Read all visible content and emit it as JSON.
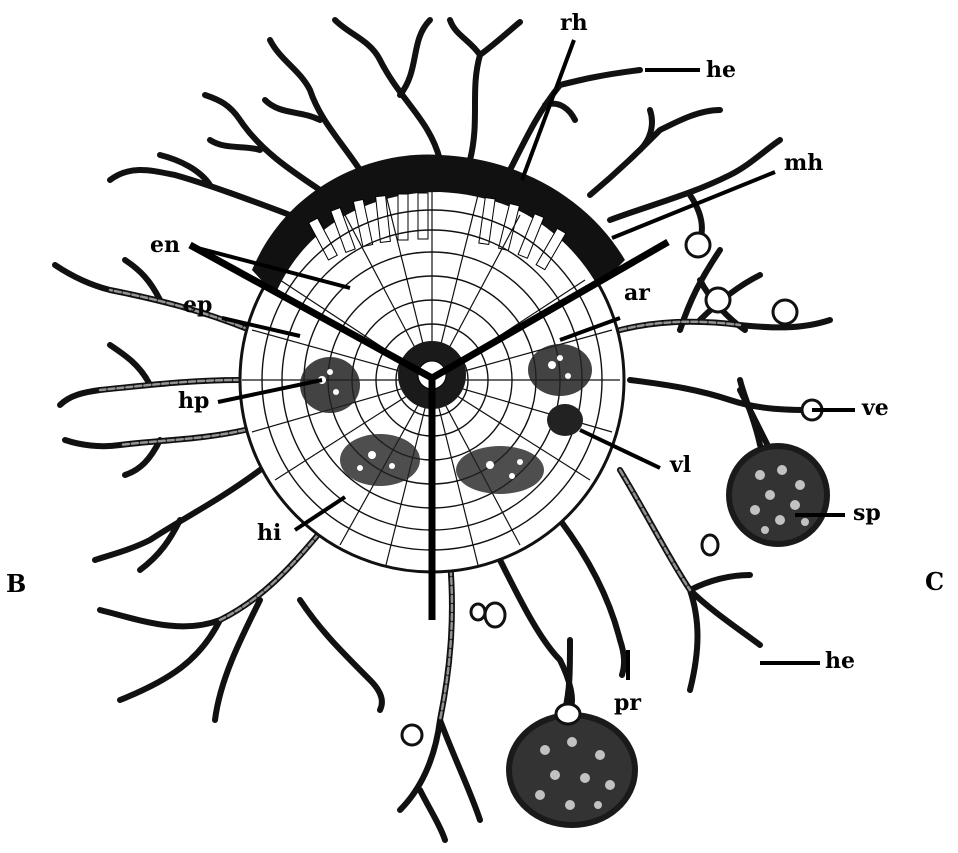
{
  "figure": {
    "side_labels": {
      "left": "B",
      "right": "C"
    },
    "labels": {
      "rh": "rh",
      "he_top": "he",
      "mh": "mh",
      "en": "en",
      "ep": "ep",
      "ar": "ar",
      "hp": "hp",
      "ve": "ve",
      "vl": "vl",
      "sp": "sp",
      "hi": "hi",
      "pr": "pr",
      "he_bottom": "he"
    }
  }
}
